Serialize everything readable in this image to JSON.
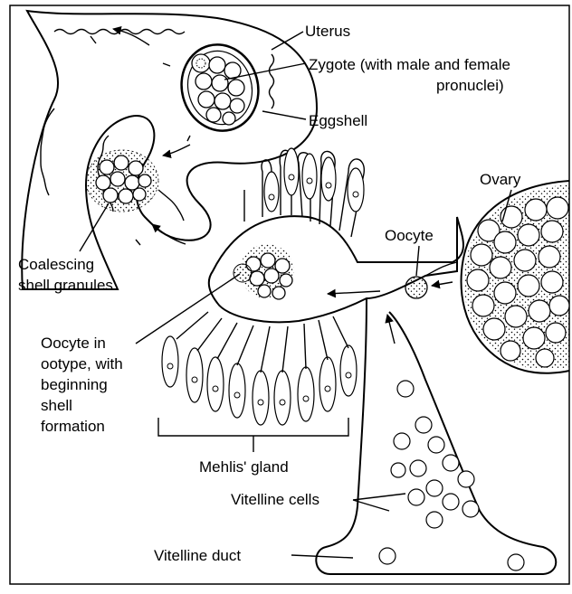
{
  "labels": {
    "uterus": "Uterus",
    "zygote_line1": "Zygote (with male and female",
    "zygote_line2": "pronuclei)",
    "eggshell": "Eggshell",
    "ovary": "Ovary",
    "oocyte": "Oocyte",
    "coalescing_line1": "Coalescing",
    "coalescing_line2": "shell granules",
    "oocyte_ootype_line1": "Oocyte in",
    "oocyte_ootype_line2": "ootype, with",
    "oocyte_ootype_line3": "beginning",
    "oocyte_ootype_line4": "shell",
    "oocyte_ootype_line5": "formation",
    "mehlis": "Mehlis' gland",
    "vitelline_cells": "Vitelline cells",
    "vitelline_duct": "Vitelline duct"
  }
}
